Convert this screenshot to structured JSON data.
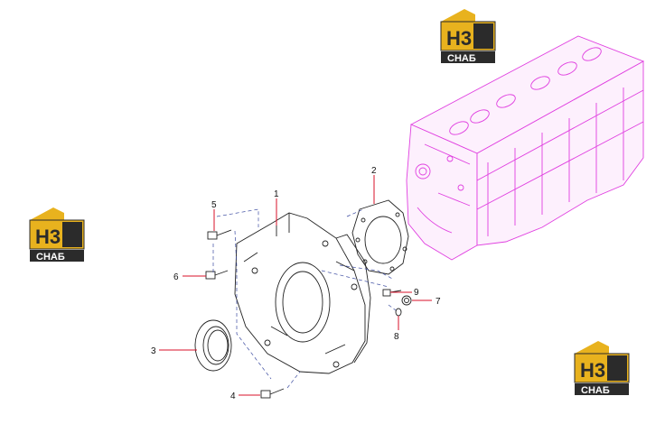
{
  "logo": {
    "mark": "H3",
    "caption": "СНАБ"
  },
  "callouts": [
    {
      "id": "1",
      "label": "1"
    },
    {
      "id": "2",
      "label": "2"
    },
    {
      "id": "3",
      "label": "3"
    },
    {
      "id": "4",
      "label": "4"
    },
    {
      "id": "5",
      "label": "5"
    },
    {
      "id": "6",
      "label": "6"
    },
    {
      "id": "7",
      "label": "7"
    },
    {
      "id": "8",
      "label": "8"
    },
    {
      "id": "9",
      "label": "9"
    }
  ],
  "colors": {
    "logo_gold": "#e8b21e",
    "logo_dark": "#2b2b2b",
    "block": "#e040e0",
    "leader": "#d8102a",
    "hidden_lines": "#3a4aa0"
  }
}
